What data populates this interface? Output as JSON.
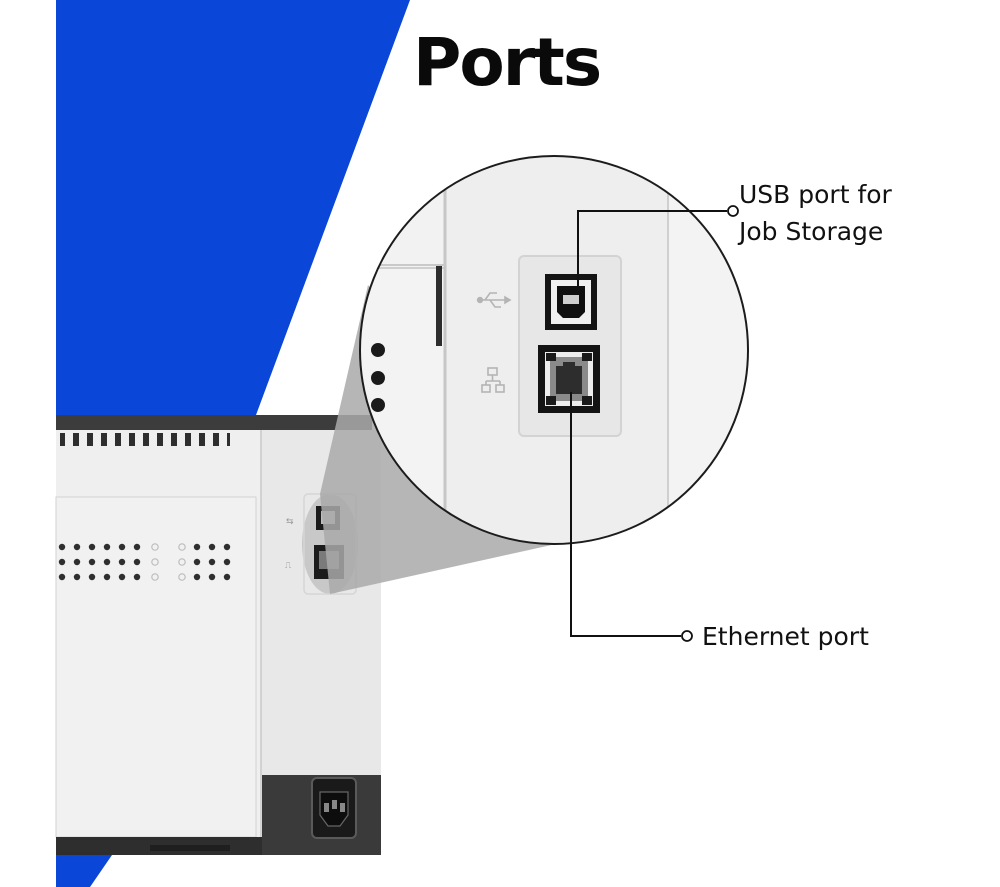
{
  "heading": "Ports",
  "callouts": {
    "usb": {
      "line1": "USB port for",
      "line2": "Job Storage",
      "icon": "usb-icon"
    },
    "ethernet": {
      "text": "Ethernet port",
      "icon": "network-icon"
    }
  },
  "colors": {
    "accent_blue": "#0a46d8",
    "printer_body": "#eeeeee",
    "printer_dark": "#3a3a3a",
    "panel_grey": "#e4e4e4"
  }
}
